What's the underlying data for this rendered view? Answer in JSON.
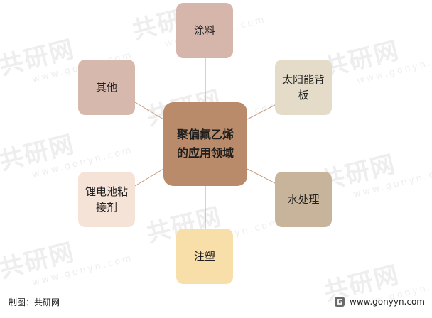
{
  "center": {
    "label": "聚偏氟乙烯的应用领域",
    "color": "#b98b6a"
  },
  "nodes": [
    {
      "id": "tuliao",
      "label": "涂料",
      "color": "#d6b5ab"
    },
    {
      "id": "taiyang",
      "label": "太阳能背板",
      "color": "#e4dcc8"
    },
    {
      "id": "shui",
      "label": "水处理",
      "color": "#c7b49a"
    },
    {
      "id": "zhusu",
      "label": "注塑",
      "color": "#f8dfa9"
    },
    {
      "id": "li",
      "label": "锂电池粘接剂",
      "color": "#f6e3d7"
    },
    {
      "id": "qita",
      "label": "其他",
      "color": "#d7b8ac"
    }
  ],
  "link_color": "#c79a82",
  "footer": {
    "credit": "制图：共研网",
    "website": "www.gonyyn.com"
  },
  "watermark": {
    "text": "共研网",
    "sub": "www.gonyn.com"
  }
}
